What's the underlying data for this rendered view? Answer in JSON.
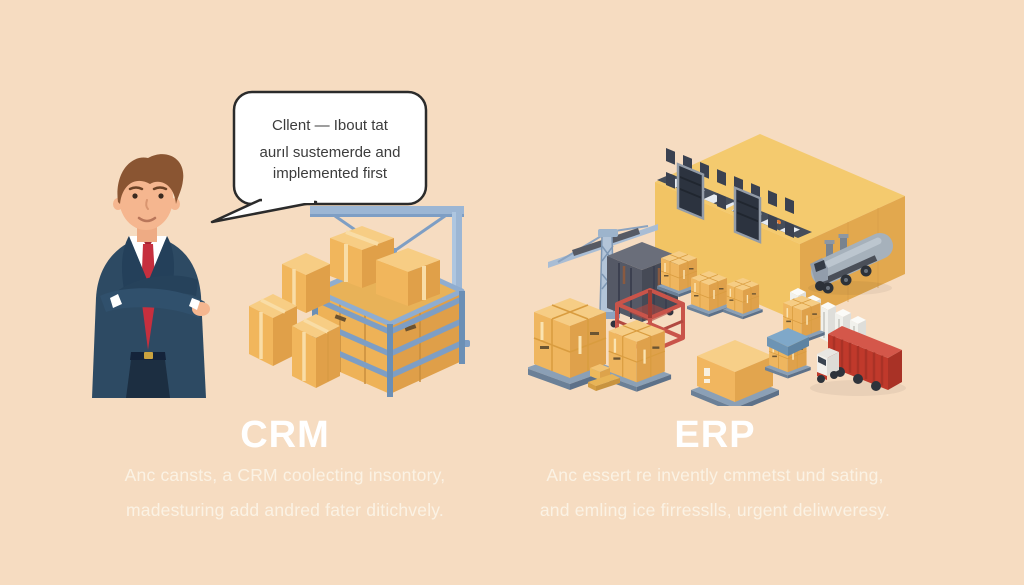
{
  "page": {
    "background_color": "#f6dcc1"
  },
  "speech_bubble": {
    "line1": "Cllent — Ibout tat",
    "line2": "aurıl sustemerde and",
    "line3": "implemented first"
  },
  "sections": {
    "crm": {
      "heading": "CRM",
      "desc_line1": "Anc cansts, a CRM coolecting insontory,",
      "desc_line2": "madesturing add andred fater ditichvely."
    },
    "erp": {
      "heading": "ERP",
      "desc_line1": "Anc essert re invently cmmetst und sating,",
      "desc_line2": "and emling ice firresslls, urgent deliwveresy."
    }
  },
  "icons": {
    "businessman": "businessman-crossed-arms-icon",
    "crm_illustration": "warehouse-boxes-rack-gantry-icon",
    "erp_illustration": "factory-crane-pallets-trucks-icon"
  },
  "colors": {
    "background": "#f6dcc1",
    "heading_text": "#ffffff",
    "body_text": "#fcf4e6",
    "bubble_fill": "#ffffff",
    "bubble_border": "#2b2b2b",
    "bubble_text": "#3c3c3c",
    "box_orange": "#f1b65c",
    "box_top": "#f7cd84",
    "box_side": "#e0a049",
    "steel_blue": "#8faccd",
    "factory_yellow": "#f2c464",
    "factory_side": "#e2a84e",
    "window_dark": "#3a4150",
    "suit_navy": "#2d4a63",
    "tie_red": "#c62f3e",
    "rack_red": "#c9544a",
    "truck_red": "#c0392b",
    "truck_gray": "#a6b1bb",
    "container_white": "#f1f1ec",
    "pallet_blue": "#8ba0b6"
  }
}
